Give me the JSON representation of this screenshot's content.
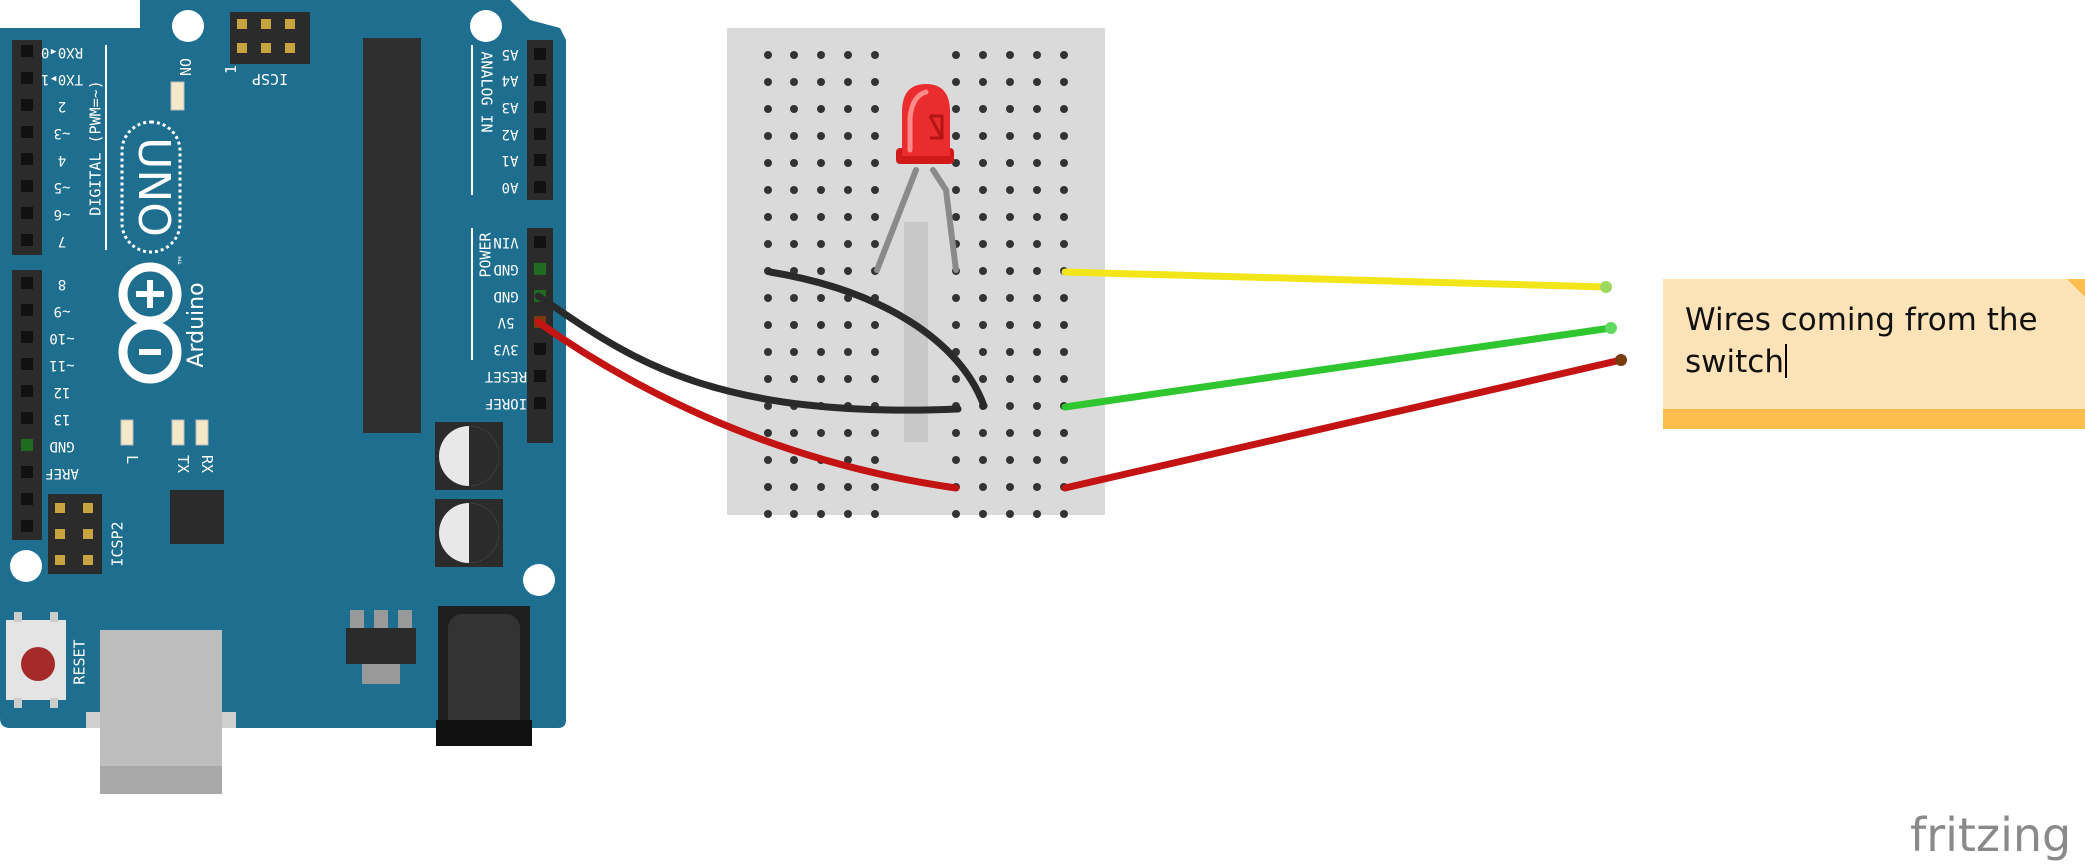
{
  "arduino": {
    "brand": "Arduino",
    "model": "UNO",
    "trademark": "™",
    "on_label": "ON",
    "icsp_label": "ICSP",
    "icsp_pin1": "1",
    "icsp2_label": "ICSP2",
    "digital_label": "DIGITAL (PWM=~)",
    "analog_label": "ANALOG IN",
    "power_label": "POWER",
    "reset_label": "RESET",
    "led_l": "L",
    "led_tx": "TX",
    "led_rx": "RX",
    "digital_pins_top": [
      "RX0◂0",
      "TX0▸1",
      "2",
      "~3",
      "4",
      "~5",
      "~6",
      "7"
    ],
    "digital_pins_bottom": [
      "8",
      "~9",
      "~10",
      "~11",
      "12",
      "13",
      "GND",
      "AREF"
    ],
    "analog_pins": [
      "A5",
      "A4",
      "A3",
      "A2",
      "A1",
      "A0"
    ],
    "power_pins": [
      "VIN",
      "GND",
      "GND",
      "5V",
      "3V3",
      "RESET",
      "IOREF"
    ]
  },
  "note": {
    "line1": "Wires coming from the",
    "line2": "switch"
  },
  "watermark": "fritzing",
  "colors": {
    "board": "#1d6e8f",
    "wire_yellow": "#f2e61a",
    "wire_green": "#2fc62f",
    "wire_red": "#c41313",
    "wire_black": "#2a2a2a",
    "led": "#e8282a",
    "note_bg": "#fde3b7",
    "note_bar": "#fbbd4c"
  }
}
